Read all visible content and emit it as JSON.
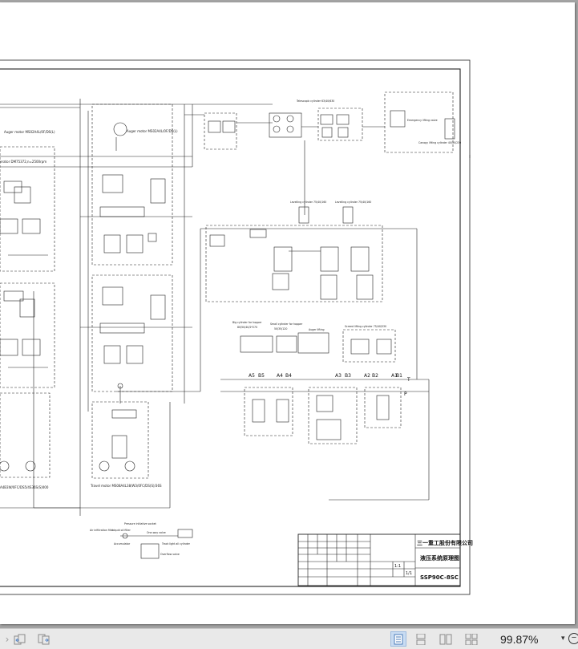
{
  "diagram": {
    "labels": {
      "auger_motor_1": "Auger motor MS02A4L/0F/DS(L)",
      "auger_motor_2": "Auger motor MS02A4L/0F/DS(L)",
      "generator": "erator DM75372,n=2500rpm",
      "travel_motor": "Travel motor MS08A4L38/W3/0FC/DS(S)/36S",
      "travel_motor_left": "A4B3W/0FC/DS5/4S36S(S)000",
      "big_cylinder": "Big cylinder for hopper",
      "big_cylinder_spec": "80/50/40/2*270",
      "small_cylinder": "Small cylinder for hopper",
      "small_cylinder_spec": "50/35/120",
      "auger_lifting": "Auger lifting",
      "screed_lifting": "Screed lifting cylinder 75/40/530",
      "leveling_cylinder_1": "Levelling cylinder 75/40/160",
      "leveling_cylinder_2": "Levelling cylinder 75/40/160",
      "telescopic_cylinder": "Telescopic cylinder 63/40/630",
      "emergency_valve": "Emergency lifting valve",
      "canopy_cylinder": "Canopy lifting cylinder 40/30/230",
      "pressure_socket": "Pressure initiative socket",
      "air_filter": "Air infiltration filter",
      "liquid_filter": "Liquid oil filter",
      "one_way_valve": "One-way valve",
      "accumulator": "Accumulator",
      "track_light": "Track light all cylinder",
      "overflow_valve": "Overflow valve",
      "ports": {
        "A5": "A5",
        "B5": "B5",
        "A4": "A4",
        "B4": "B4",
        "A3": "A3",
        "B3": "B3",
        "A2": "A2",
        "B2": "B2",
        "A1": "A1",
        "B1": "B1",
        "T": "T",
        "P": "P"
      }
    },
    "title_block": {
      "company": "三一重工股份有限公司",
      "drawing_title": "液压系统原理图",
      "drawing_number": "SSP90C-8SC",
      "scale": "1:1",
      "sheet": "1/1"
    }
  },
  "statusbar": {
    "zoom_value": "99.87%",
    "zoom_arrow": "▾",
    "zoom_out": "−",
    "nav_prev": "›"
  }
}
